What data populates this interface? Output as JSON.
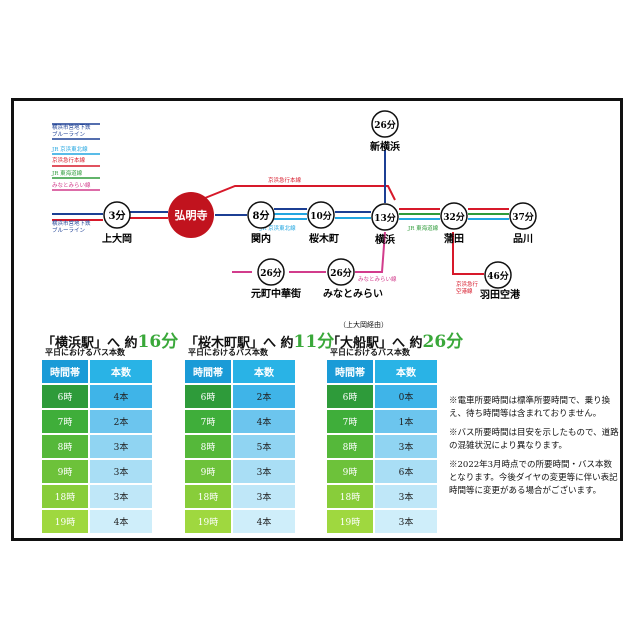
{
  "legend": [
    {
      "label": "横浜市営地下鉄\nブルーライン",
      "color": "#1c3f94"
    },
    {
      "label": "JR 京浜東北線",
      "color": "#22a6e0"
    },
    {
      "label": "京浜急行本線",
      "color": "#d7192a"
    },
    {
      "label": "JR 東海道線",
      "color": "#2e9b3a"
    },
    {
      "label": "みなとみらい線",
      "color": "#d23c8c"
    }
  ],
  "stations": {
    "kamiooka": {
      "min": "3分",
      "name": "上大岡"
    },
    "gumyoji": {
      "name": "弘明寺"
    },
    "kannai": {
      "min": "8分",
      "name": "関内"
    },
    "sakuragicho": {
      "min": "10分",
      "name": "桜木町"
    },
    "yokohama": {
      "min": "13分",
      "name": "横浜"
    },
    "kamata": {
      "min": "32分",
      "name": "蒲田"
    },
    "shinagawa": {
      "min": "37分",
      "name": "品川"
    },
    "shinyokohama": {
      "min": "26分",
      "name": "新横浜"
    },
    "motomachi": {
      "min": "26分",
      "name": "元町中華街"
    },
    "minatomirai": {
      "min": "26分",
      "name": "みなとみらい"
    },
    "haneda": {
      "min": "46分",
      "name": "羽田空港"
    }
  },
  "line_labels": {
    "blueline_left": "横浜市営地下鉄\nブルーライン",
    "keikyu_top": "京浜急行本線",
    "keihin_tohoku": "JR 京浜東北線",
    "tokaido": "JR 東海道線",
    "minatomirai": "みなとみらい線",
    "keikyu_airport": "京浜急行\n空港線"
  },
  "colors": {
    "blue_line": "#1c3f94",
    "light_blue": "#22a6e0",
    "red_line": "#d7192a",
    "green_line": "#2e9b3a",
    "pink_line": "#d23c8c",
    "station_red": "#c1131e",
    "header_time": "#1a9bd7",
    "header_count": "#29b3e6"
  },
  "tables": [
    {
      "title_a": "「横浜駅」へ 約",
      "title_num": "16",
      "title_b": "分",
      "top_note": "",
      "subtitle": "平日におけるバス本数",
      "col_time": "時間帯",
      "col_count": "本数",
      "rows": [
        {
          "time": "6時",
          "count": "4本"
        },
        {
          "time": "7時",
          "count": "2本"
        },
        {
          "time": "8時",
          "count": "3本"
        },
        {
          "time": "9時",
          "count": "3本"
        },
        {
          "time": "18時",
          "count": "3本"
        },
        {
          "time": "19時",
          "count": "4本"
        }
      ]
    },
    {
      "title_a": "「桜木町駅」へ 約",
      "title_num": "11",
      "title_b": "分",
      "top_note": "",
      "subtitle": "平日におけるバス本数",
      "col_time": "時間帯",
      "col_count": "本数",
      "rows": [
        {
          "time": "6時",
          "count": "2本"
        },
        {
          "time": "7時",
          "count": "4本"
        },
        {
          "time": "8時",
          "count": "5本"
        },
        {
          "time": "9時",
          "count": "3本"
        },
        {
          "time": "18時",
          "count": "3本"
        },
        {
          "time": "19時",
          "count": "4本"
        }
      ]
    },
    {
      "title_a": "「大船駅」へ 約",
      "title_num": "26",
      "title_b": "分",
      "top_note": "（上大岡経由）",
      "subtitle": "平日におけるバス本数",
      "col_time": "時間帯",
      "col_count": "本数",
      "rows": [
        {
          "time": "6時",
          "count": "0本"
        },
        {
          "time": "7時",
          "count": "1本"
        },
        {
          "time": "8時",
          "count": "3本"
        },
        {
          "time": "9時",
          "count": "6本"
        },
        {
          "time": "18時",
          "count": "3本"
        },
        {
          "time": "19時",
          "count": "3本"
        }
      ]
    }
  ],
  "notes": [
    "※電車所要時間は標準所要時間で、乗り換え、待ち時間等は含まれておりません。",
    "※バス所要時間は目安を示したもので、道路の混雑状況により異なります。",
    "※2022年3月時点での所要時間・バス本数となります。今後ダイヤの変更等に伴い表記時間等に変更がある場合がございます。"
  ]
}
